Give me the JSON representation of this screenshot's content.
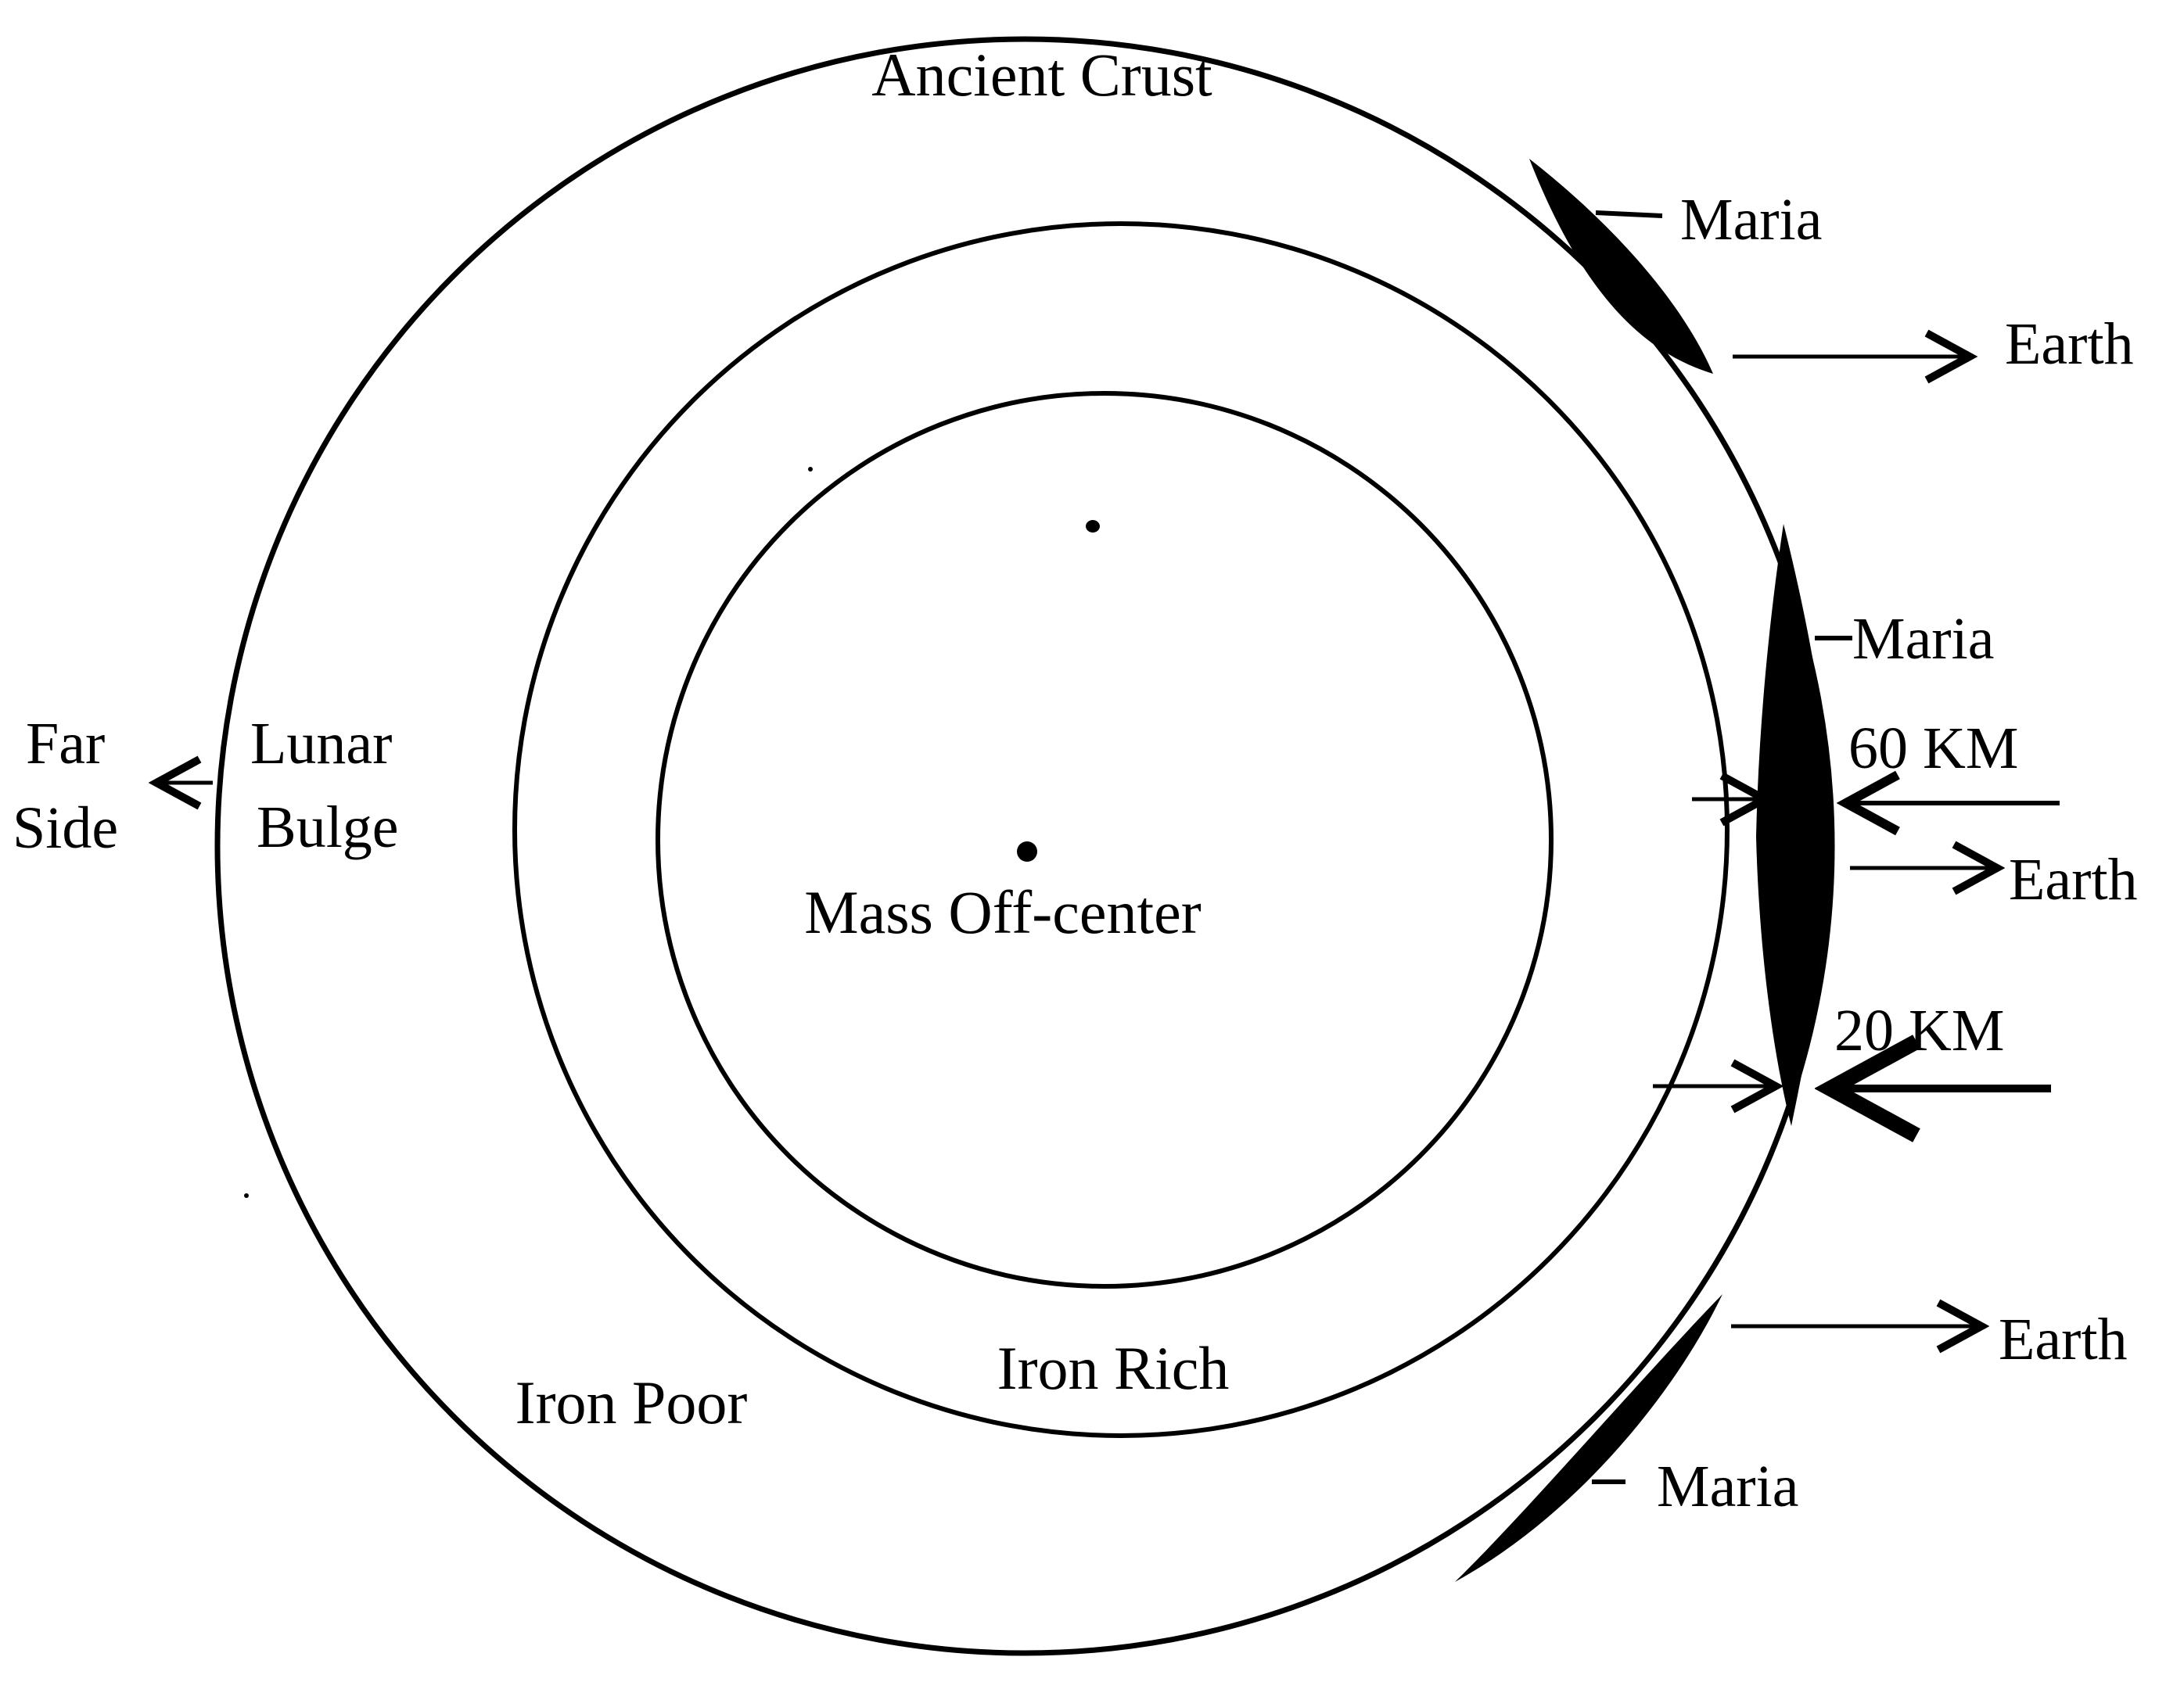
{
  "diagram": {
    "labels": {
      "ancient_crust": "Ancient Crust",
      "maria_top": "Maria",
      "earth_top": "Earth",
      "maria_mid": "Maria",
      "km_60": "60 KM",
      "earth_mid": "Earth",
      "km_20": "20 KM",
      "far": "Far",
      "side": "Side",
      "lunar": "Lunar",
      "bulge": "Bulge",
      "mass_off_center": "Mass Off-center",
      "iron_rich": "Iron Rich",
      "iron_poor": "Iron Poor",
      "earth_bottom": "Earth",
      "maria_bottom": "Maria"
    },
    "colors": {
      "ink": "#000000",
      "background": "#ffffff"
    }
  }
}
